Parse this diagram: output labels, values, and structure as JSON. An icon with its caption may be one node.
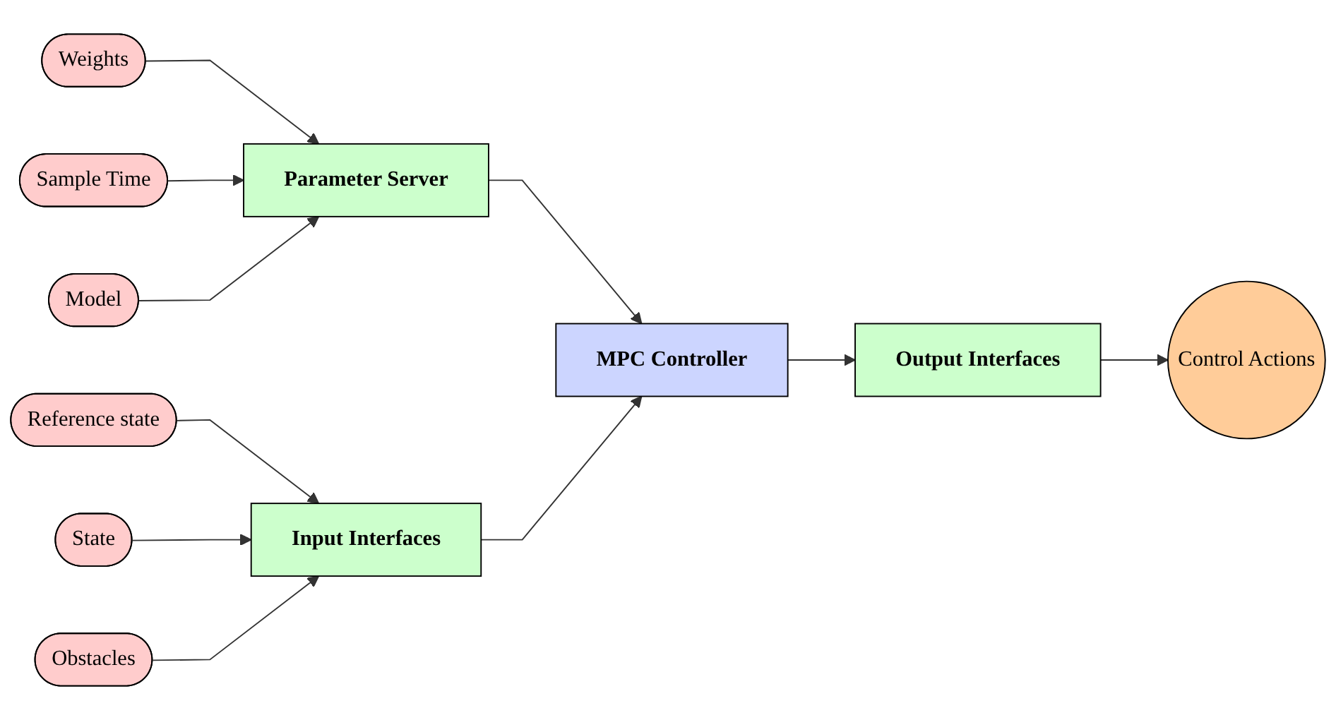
{
  "diagram": {
    "nodes": [
      {
        "text": [
          "Sample Time"
        ]
      },
      {
        "text": [
          "Weights"
        ]
      },
      {
        "text": [
          "Model"
        ]
      },
      {
        "text": [
          "Parameter Server"
        ]
      },
      {
        "text": [
          "Reference state"
        ]
      },
      {
        "text": [
          "State"
        ]
      },
      {
        "text": [
          "Obstacles"
        ]
      },
      {
        "text": [
          "Input Interfaces"
        ]
      },
      {
        "text": [
          "MPC Controller"
        ]
      },
      {
        "text": [
          "Output Interfaces"
        ]
      },
      {
        "text": [
          "Control Actions"
        ]
      }
    ],
    "edges": [
      {
        "from": 1,
        "to": 3,
        "arrow": "to"
      },
      {
        "from": 0,
        "to": 3,
        "arrow": "to"
      },
      {
        "from": 2,
        "to": 3,
        "arrow": "to"
      },
      {
        "from": 3,
        "to": 8,
        "arrow": "to"
      },
      {
        "from": 4,
        "to": 7,
        "arrow": "to"
      },
      {
        "from": 5,
        "to": 7,
        "arrow": "to"
      },
      {
        "from": 6,
        "to": 7,
        "arrow": "to"
      },
      {
        "from": 7,
        "to": 8,
        "arrow": "to"
      },
      {
        "from": 8,
        "to": 9,
        "arrow": "to"
      },
      {
        "from": 9,
        "to": 10,
        "arrow": "to"
      }
    ]
  }
}
